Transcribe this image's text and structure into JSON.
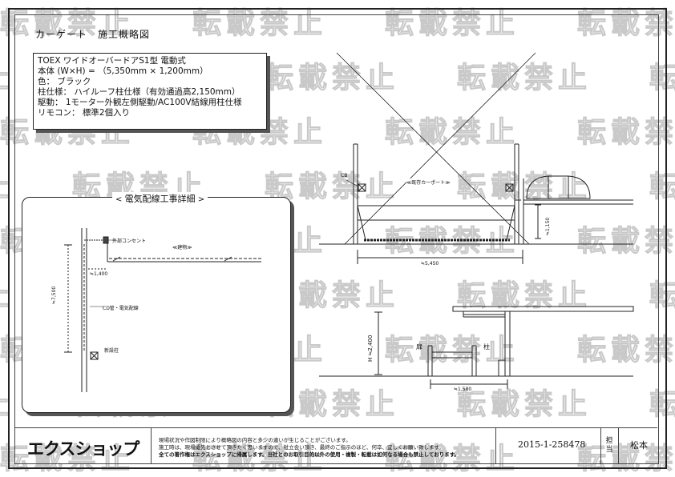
{
  "drawing_title": "カーゲート　施工概略図",
  "spec": {
    "product": "TOEX ワイドオーバードアS1型 電動式",
    "size": "本体 (W×H) = （5,350mm × 1,200mm）",
    "color": "色： ブラック",
    "post": "柱仕様： ハイルーフ柱仕様（有効通過高2,150mm）",
    "drive": "駆動： 1モーター外観左側駆動/AC100V結線用柱仕様",
    "remote": "リモコン： 標準2個入り"
  },
  "watermark": "転載禁止",
  "detail": {
    "title": "電気配線工事詳細",
    "outlet_label": "外部コンセント",
    "building_label": "≪建物≫",
    "dim_1400": "≒1,400",
    "dim_7500": "≒7,500",
    "cd_label": "CD管・電気配線",
    "new_post_label": "新設柱"
  },
  "elevation": {
    "cb_label": "CB",
    "carport_label": "≪既存カーポート≫",
    "width_dim": "≒5,450",
    "height_dim": "≒1,150"
  },
  "section": {
    "height_dim": "H ≒2,400",
    "door_label": "扉",
    "post_label": "柱",
    "depth_dim": "≒1,580"
  },
  "footer": {
    "logo": "エクスショップ",
    "note1": "現場状況や作図制限により概略図の内容と多少の違いが生じることがございます。",
    "note2": "施工時は、現場優先とさせて頂きたく思いますので、社立会い頂き、最終のご指示のほど、何卒、宜しくお願い致します。",
    "note3": "全ての著作権はエクスショップに帰属します。当社とのお取引目的以外の使用・複製・転載は如何なる場合も禁止しております。",
    "doc_number": "2015-1-258478",
    "person_label": "担当",
    "person": "松本"
  }
}
